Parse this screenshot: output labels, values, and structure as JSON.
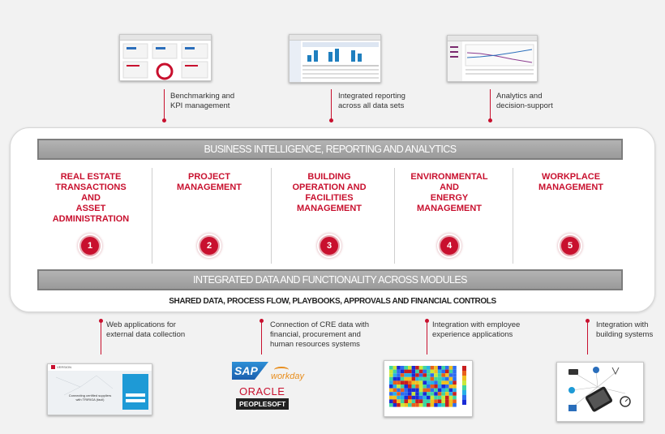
{
  "top_callouts": [
    {
      "line1": "Benchmarking and",
      "line2": "KPI management"
    },
    {
      "line1": "Integrated reporting",
      "line2": "across all data sets"
    },
    {
      "line1": "Analytics and",
      "line2": "decision-support"
    }
  ],
  "top_band": "BUSINESS INTELLIGENCE, REPORTING AND ANALYTICS",
  "modules": [
    {
      "title": [
        "REAL ESTATE",
        "TRANSACTIONS",
        "AND",
        "ASSET",
        "ADMINISTRATION"
      ],
      "number": "1"
    },
    {
      "title": [
        "PROJECT",
        "MANAGEMENT"
      ],
      "number": "2"
    },
    {
      "title": [
        "BUILDING",
        "OPERATION AND",
        "FACILITIES",
        "MANAGEMENT"
      ],
      "number": "3"
    },
    {
      "title": [
        "ENVIRONMENTAL",
        "AND",
        "ENERGY",
        "MANAGEMENT"
      ],
      "number": "4"
    },
    {
      "title": [
        "WORKPLACE",
        "MANAGEMENT"
      ],
      "number": "5"
    }
  ],
  "bottom_band": "INTEGRATED DATA AND FUNCTIONALITY ACROSS MODULES",
  "shared_line": "SHARED DATA, PROCESS FLOW, PLAYBOOKS, APPROVALS AND FINANCIAL CONTROLS",
  "bottom_callouts": [
    {
      "lines": [
        "Web applications for",
        "external data collection"
      ]
    },
    {
      "lines": [
        "Connection of CRE data with",
        "financial, procurement and",
        "human resources systems"
      ]
    },
    {
      "lines": [
        "Integration with employee",
        "experience applications"
      ]
    },
    {
      "lines": [
        "Integration with",
        "building systems"
      ]
    }
  ],
  "logos": {
    "sap": "SAP",
    "workday": "workday",
    "oracle": "ORACLE",
    "peoplesoft": "PEOPLESOFT"
  },
  "web_app_text": {
    "brand": "VERSION",
    "caption_line1": "Connecting certified suppliers",
    "caption_line2": "with TRIRIGA (facil)"
  },
  "colors": {
    "accent": "#c8102e",
    "band": "#a6a6a6"
  }
}
